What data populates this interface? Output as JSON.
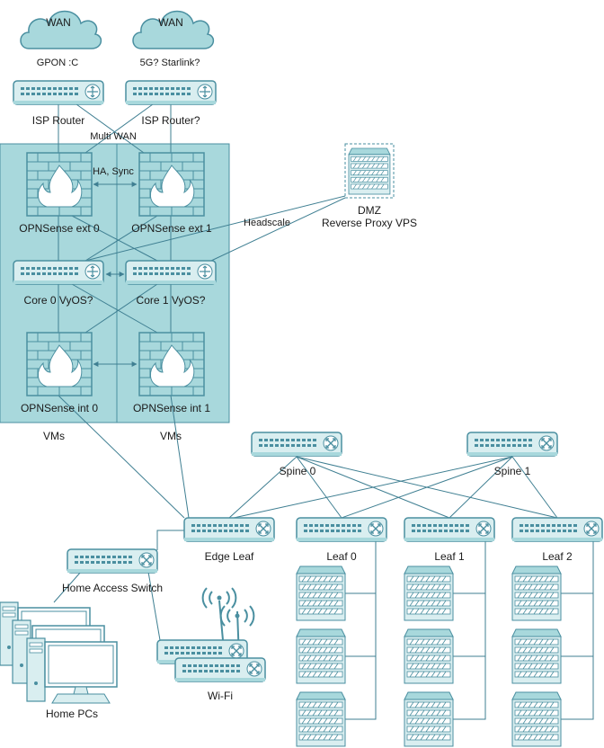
{
  "labels": {
    "wan1": "WAN",
    "wan2": "WAN",
    "gpon": "GPON :C",
    "starlink": "5G? Starlink?",
    "isp1": "ISP Router",
    "isp2": "ISP Router?",
    "multiwan": "Multi WAN",
    "hasync": "HA, Sync",
    "ext0": "OPNSense ext 0",
    "ext1": "OPNSense ext 1",
    "headscale": "Headscale",
    "dmz": "DMZ",
    "rproxy": "Reverse Proxy VPS",
    "core0": "Core 0 VyOS?",
    "core1": "Core 1 VyOS?",
    "int0": "OPNSense int 0",
    "int1": "OPNSense int 1",
    "vms0": "VMs",
    "vms1": "VMs",
    "spine0": "Spine 0",
    "spine1": "Spine 1",
    "edgeleaf": "Edge Leaf",
    "leaf0": "Leaf 0",
    "leaf1": "Leaf 1",
    "leaf2": "Leaf 2",
    "homeswitch": "Home Access Switch",
    "wifi": "Wi-Fi",
    "homepcs": "Home PCs"
  },
  "colors": {
    "device_fill": "#d9eef0",
    "device_stroke": "#4a8fa0",
    "vm_box": "#a8d8dc",
    "line": "#3f7f92",
    "firewall_brick": "#a8d8dc"
  },
  "icons": {
    "wan": "cloud-icon",
    "router": "router-icon",
    "switch": "switch-icon",
    "firewall": "firewall-icon",
    "server": "server-icon",
    "wifi": "wifi-router-icon",
    "pc": "desktop-pc-icon"
  }
}
